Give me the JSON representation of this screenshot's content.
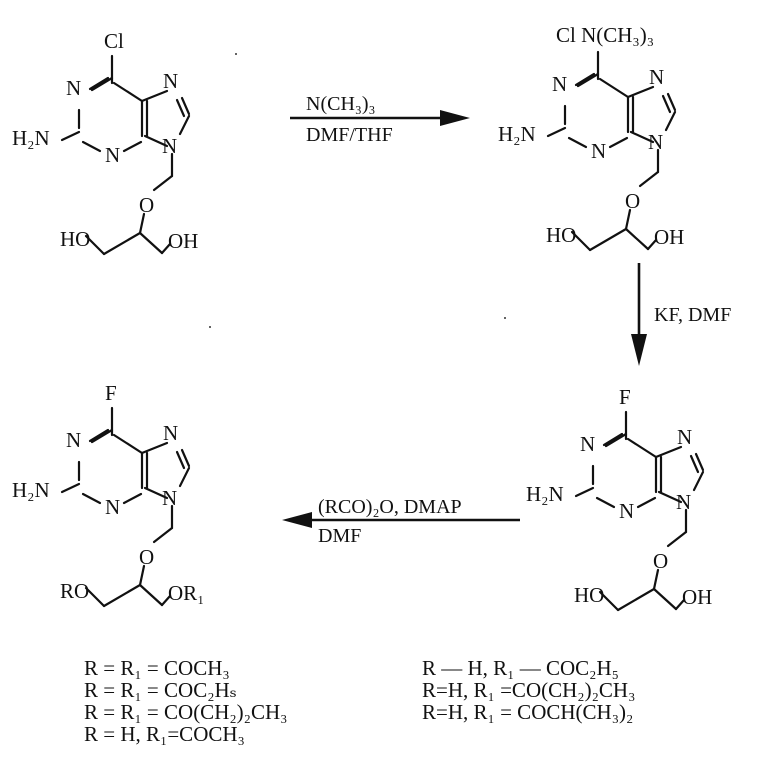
{
  "reagents": {
    "step1": {
      "line1": "N(CH₃)₃",
      "line2": "DMF/THF"
    },
    "step2": {
      "line1": "KF, DMF"
    },
    "step3": {
      "line1": "(RCO)₂O, DMAP",
      "line2": "DMF"
    }
  },
  "labels": {
    "chloro": "Cl",
    "fluoro": "F",
    "trimethylammonium": "Cl N(CH₃)₃",
    "amino": "H₂N",
    "hydroxyl": "OH",
    "hydroxyl_left": "HO",
    "ether_oxygen": "O",
    "ring_nitrogen": "N",
    "ester_left": "RO",
    "ester_right": "OR₁"
  },
  "definitions": {
    "left": [
      "R = R₁ = COCH₃",
      "R = R₁ = COC₂Hₛ",
      "R = R₁ = CO(CH₂)₂CH₃",
      "R = H, R₁=COCH₃"
    ],
    "right": [
      "R — H, R₁ — COC₂H₅",
      "R=H, R₁ =CO(CH₂)₂CH₃",
      "R=H, R₁ = COCH(CH₃)₂"
    ]
  }
}
